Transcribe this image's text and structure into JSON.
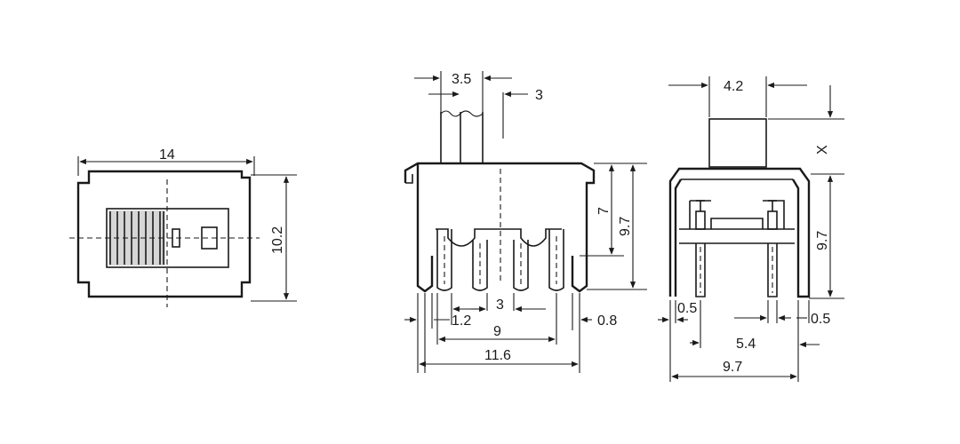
{
  "top_view": {
    "width_label": "14",
    "height_label": "10.2"
  },
  "front_view": {
    "actuator_width_label": "3.5",
    "actuator_offset_label": "3",
    "body_height_label": "7",
    "total_height_label": "9.7",
    "pin_width_label": "1.2",
    "center_pitch_label": "3",
    "outer_pitch_label": "9",
    "overall_width_label": "11.6",
    "tab_offset_label": "0.8"
  },
  "side_view": {
    "actuator_width_label": "4.2",
    "actuator_height_label": "X",
    "body_height_label": "9.7",
    "left_thickness_label": "0.5",
    "right_thickness_label": "0.5",
    "pin_spacing_label": "5.4",
    "overall_width_label": "9.7"
  }
}
